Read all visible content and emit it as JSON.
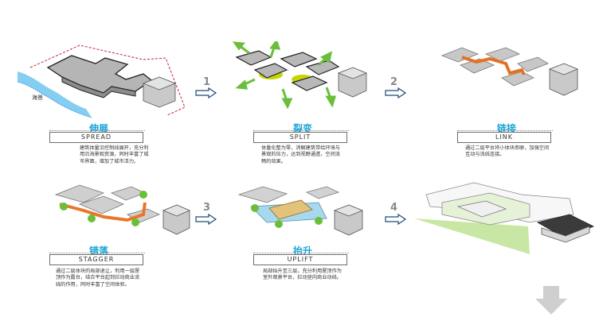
{
  "steps": [
    {
      "num": "1",
      "cn": "伸展",
      "en": "SPREAD",
      "desc": "建筑体量沿控制线展开，充分利用沿海景观资源，同时丰富了城市界面，增加了城市活力。"
    },
    {
      "num": "2",
      "cn": "裂变",
      "en": "SPLIT",
      "desc": "体量化整为零，消解建筑带给环境与景观的压力，达到视野通透，空间流畅的效果。"
    },
    {
      "num": "",
      "cn": "链接",
      "en": "LINK",
      "desc": "通过二层平台将小体块串联，加强空间互动与流线连接。"
    },
    {
      "num": "3",
      "cn": "错落",
      "en": "STAGGER",
      "desc": "通过二层体块的局部退让，利用一层屋顶作为露台，结合平台起到拉动商业流线的作用，同时丰富了空间体验。"
    },
    {
      "num": "4",
      "cn": "抬升",
      "en": "UPLIFT",
      "desc": "局部抬升至三层，充分利用屋顶作为室外观景平台，拉动竖向商业动线。"
    }
  ],
  "labels": {
    "sea": "海景"
  },
  "colors": {
    "accent": "#1aa3d6",
    "orange": "#e8772a",
    "green": "#6abf3a",
    "mass": "#b9b9b9"
  }
}
